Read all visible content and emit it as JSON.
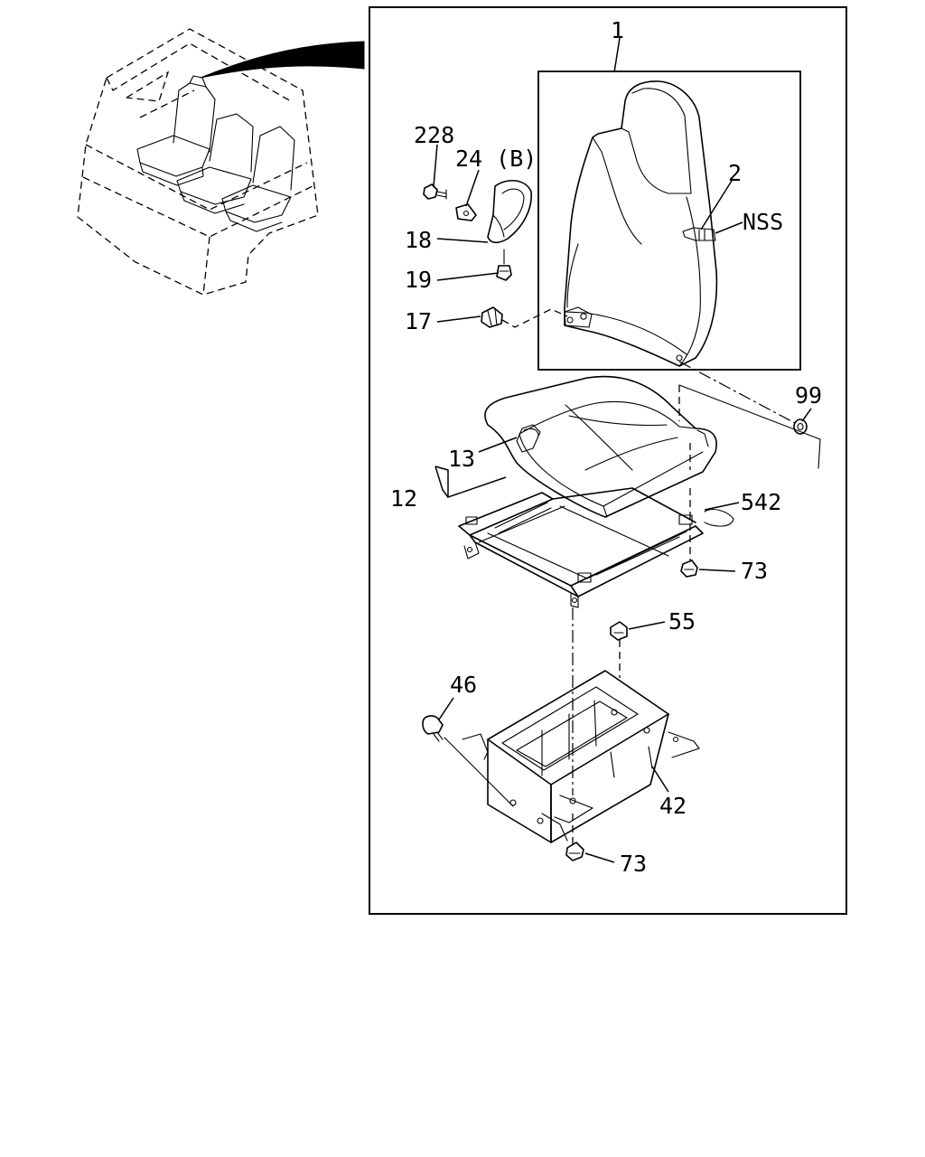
{
  "diagram": {
    "callouts": [
      {
        "id": "c1",
        "text": "1"
      },
      {
        "id": "c2",
        "text": "2"
      },
      {
        "id": "c3",
        "text": "NSS"
      },
      {
        "id": "c4",
        "text": "228"
      },
      {
        "id": "c5",
        "text": "24 (B)"
      },
      {
        "id": "c6",
        "text": "18"
      },
      {
        "id": "c7",
        "text": "19"
      },
      {
        "id": "c8",
        "text": "17"
      },
      {
        "id": "c9",
        "text": "99"
      },
      {
        "id": "c10",
        "text": "13"
      },
      {
        "id": "c11",
        "text": "12"
      },
      {
        "id": "c12",
        "text": "542"
      },
      {
        "id": "c13",
        "text": "73"
      },
      {
        "id": "c14",
        "text": "55"
      },
      {
        "id": "c15",
        "text": "46"
      },
      {
        "id": "c16",
        "text": "42"
      },
      {
        "id": "c17",
        "text": "73"
      }
    ]
  }
}
